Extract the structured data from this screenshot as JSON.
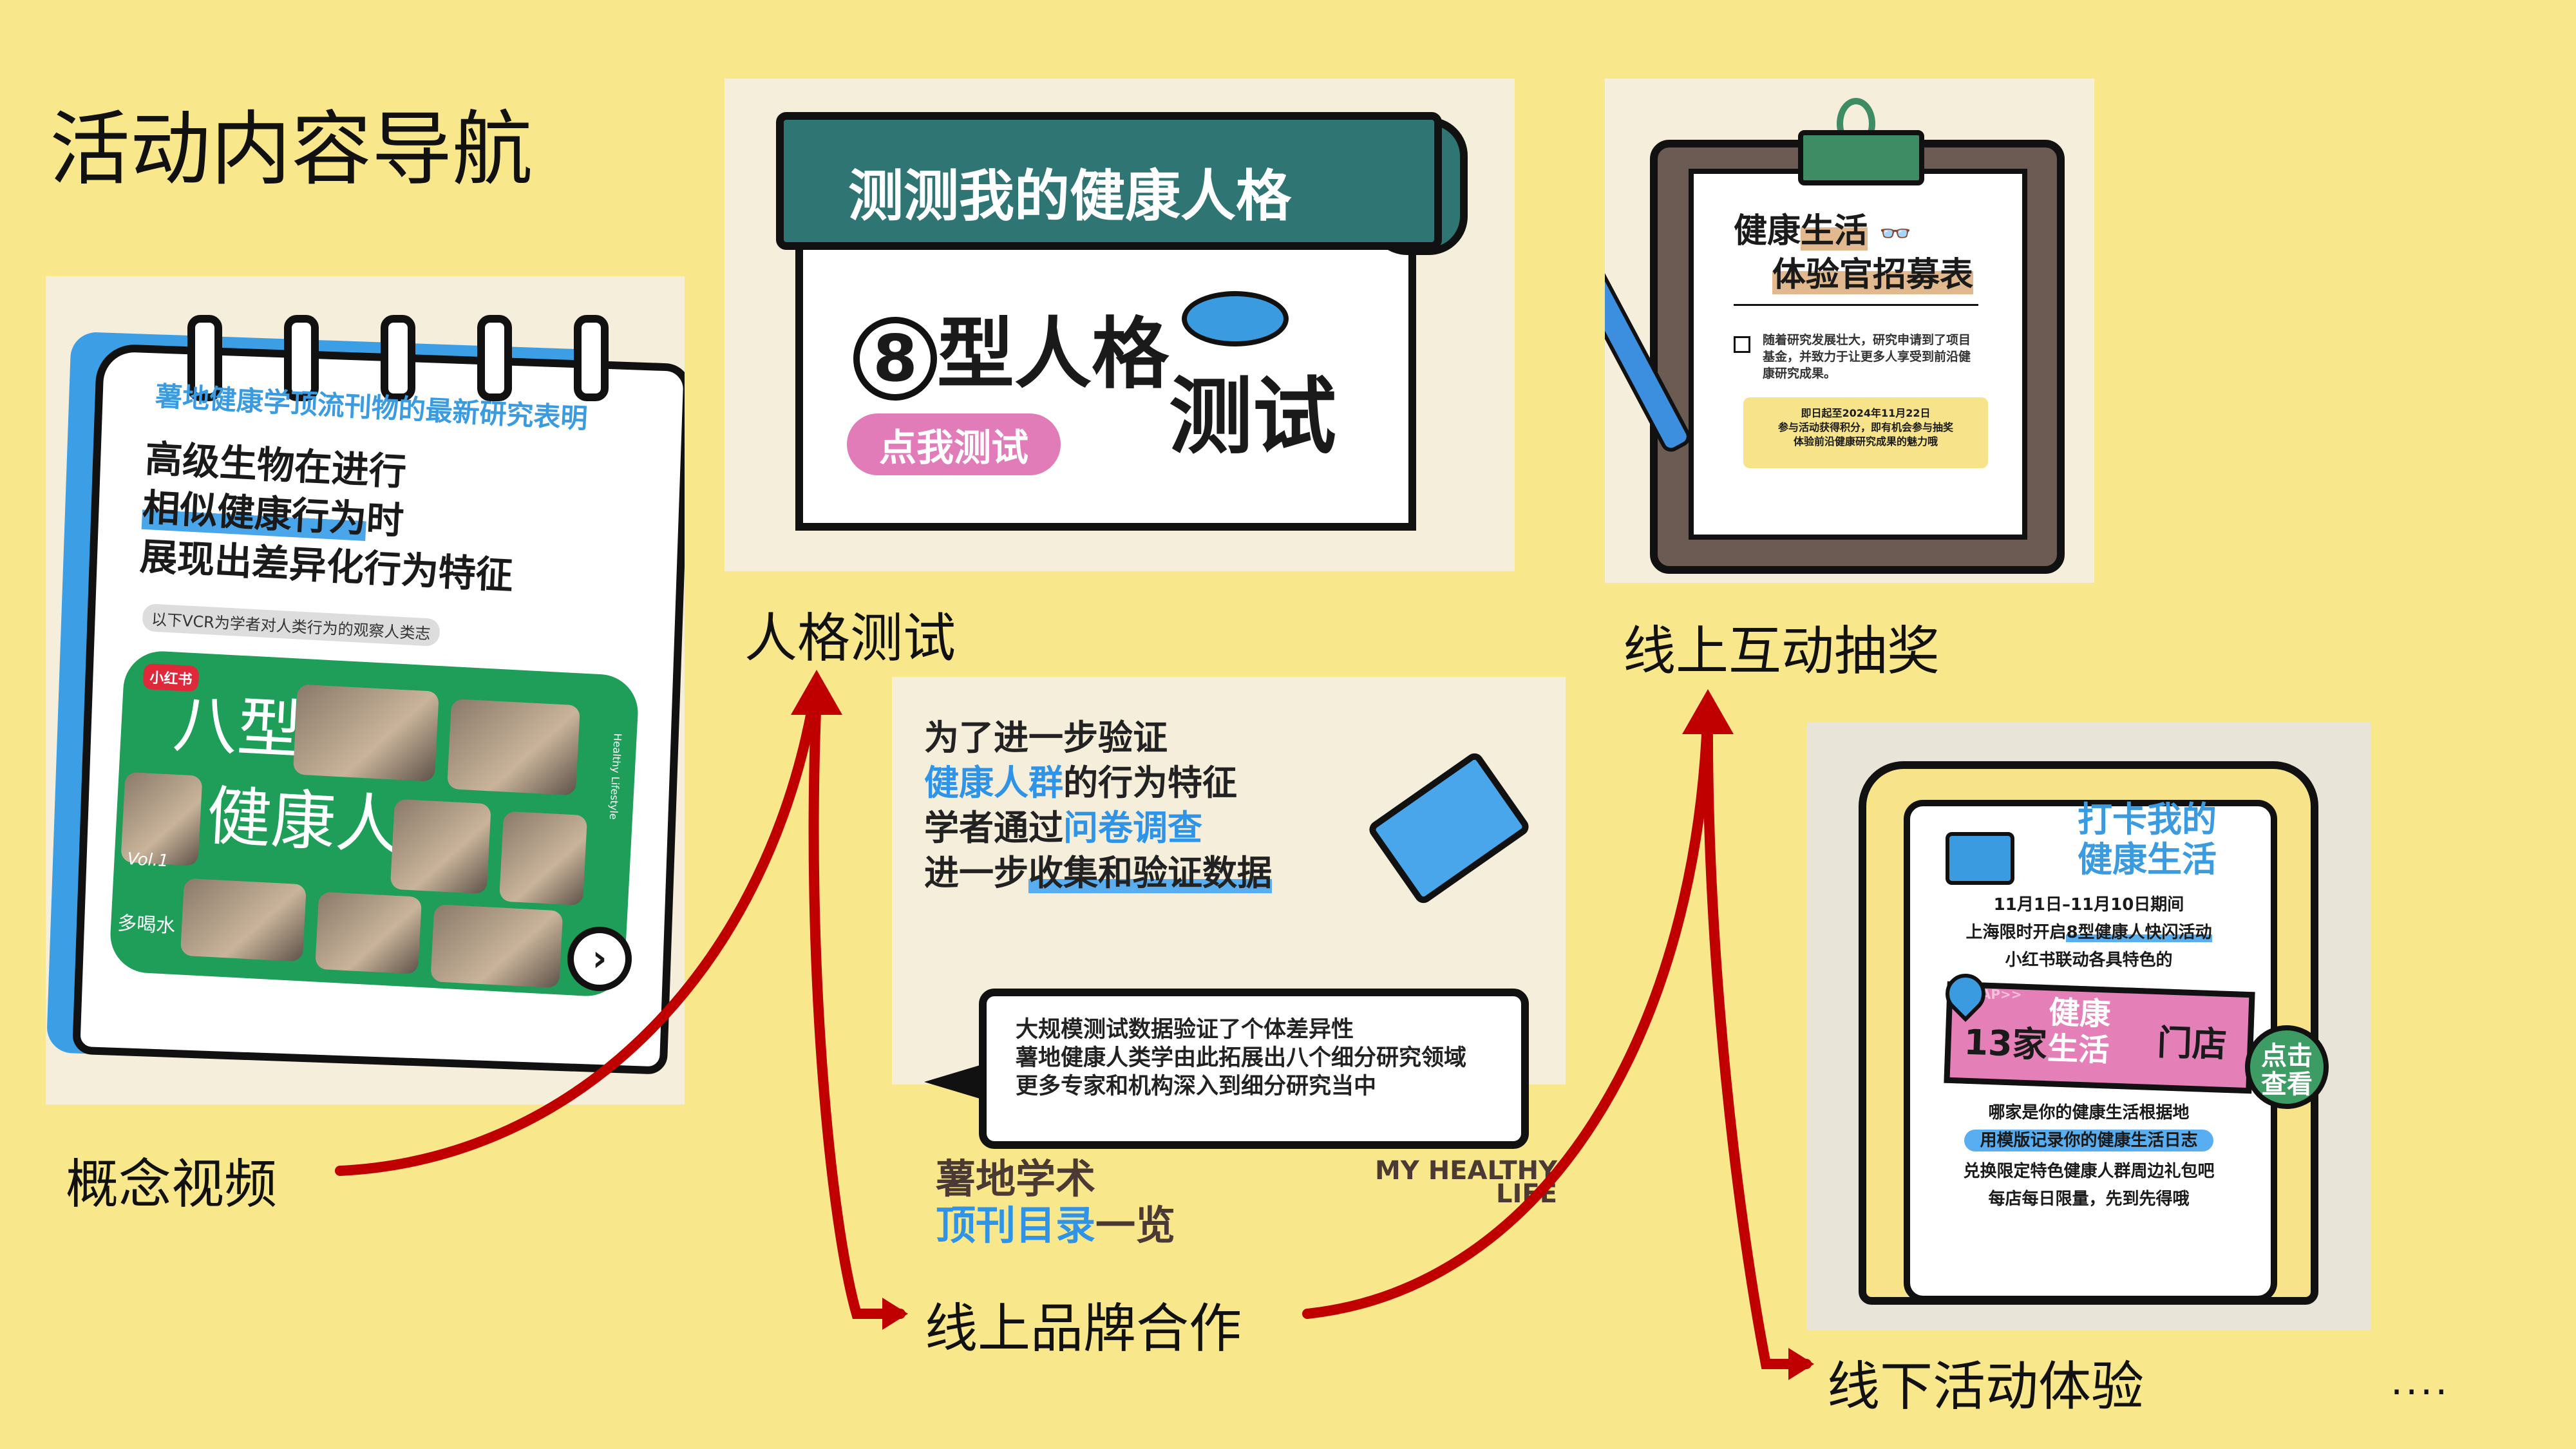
{
  "title": "活动内容导航",
  "labels": {
    "concept_video": "概念视频",
    "personality_test": "人格测试",
    "brand_collab": "线上品牌合作",
    "online_lottery": "线上互动抽奖",
    "offline_event": "线下活动体验",
    "more": "...."
  },
  "colors": {
    "background": "#f9e88b",
    "arrow": "#c00000",
    "accent_blue": "#3b9be0",
    "accent_green": "#1e9e58",
    "accent_pink": "#e47fb7"
  },
  "card_video": {
    "subtitle": "薯地健康学顶流刊物的最新研究表明",
    "line1": "高级生物在进行",
    "line2_hl": "相似健康行为",
    "line2_rest": "时",
    "line3": "展现出差异化行为特征",
    "note": "以下VCR为学者对人类行为的观察人类志",
    "logo": "小红书",
    "big1": "八型",
    "big2": "健康人",
    "vol": "Vol.1",
    "topic": "多喝水",
    "vertical": "Healthy Lifestyle",
    "next_icon": "chevron-right-icon"
  },
  "card_test": {
    "banner": "测测我的健康人格",
    "num": "8",
    "type": "型人格",
    "test": "测试",
    "button": "点我测试"
  },
  "card_lottery": {
    "h_a": "健康",
    "h_b": "生活",
    "h_c": "体验官",
    "h_d": "招募表",
    "body": "随着研究发展壮大，研究申请到了项目基金，并致力于让更多人享受到前沿健康研究成果。",
    "box1": "即日起至2024年11月22日",
    "box2": "参与活动获得积分，即有机会参与抽奖",
    "box3": "体验前沿健康研究成果的魅力哦"
  },
  "card_brand": {
    "l1": "为了进一步验证",
    "l2a": "健康人群",
    "l2b": "的行为特征",
    "l3a": "学者通过",
    "l3b": "问卷调查",
    "l4a": "进一步",
    "l4b": "收集和验证数据",
    "bubble1": "大规模测试数据验证了个体差异性",
    "bubble2": "薯地健康人类学由此拓展出八个细分研究领域",
    "bubble3": "更多专家和机构深入到细分研究当中",
    "brand_a": "薯地学术",
    "brand_b": "顶刊目录",
    "brand_c": "一览",
    "mhl1": "MY HEALTHY",
    "mhl2": "LIFE"
  },
  "card_offline": {
    "t1": "打卡我的",
    "t2": "健康生活",
    "d1": "11月1日–11月10日期间",
    "d2a": "上海限时开启",
    "d2b": "8型健康人快闪活动",
    "d3": "小红书联动各具特色的",
    "map": "MAP>>",
    "count": "13家",
    "w1": "健康",
    "w2": "生活",
    "store": "门店",
    "go1": "点击",
    "go2": "查看",
    "e1": "哪家是你的健康生活根据地",
    "e2": "用模版记录你的健康生活日志",
    "e3": "兑换限定特色健康人群周边礼包吧",
    "e4": "每店每日限量，先到先得哦"
  }
}
